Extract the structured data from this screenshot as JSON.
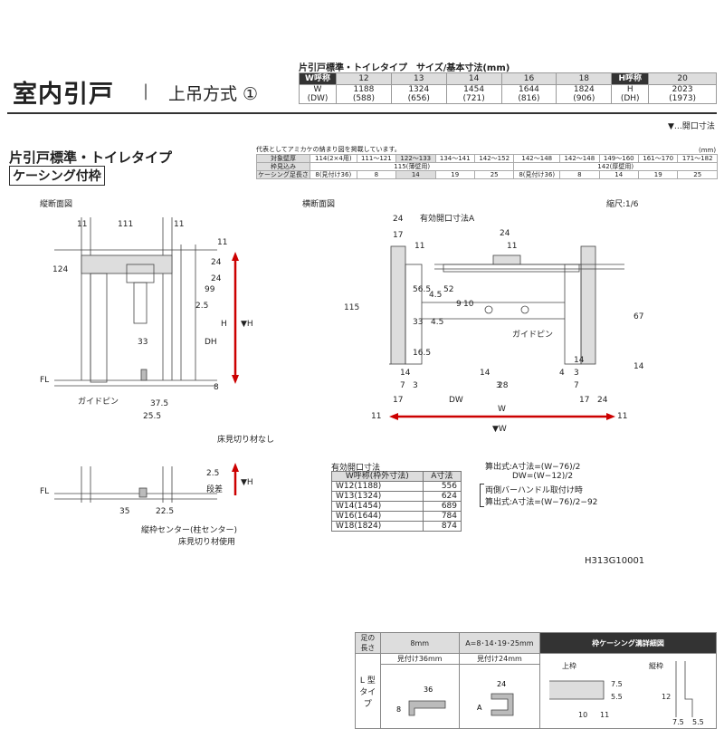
{
  "header": {
    "title": "室内引戸",
    "separator": "|",
    "subtitle": "上吊方式 ①",
    "size_caption": "片引戸標準・トイレタイプ　サイズ/基本寸法(mm)",
    "w_header": "W呼称",
    "w_cols": [
      "12",
      "13",
      "14",
      "16",
      "18"
    ],
    "w_label": "W",
    "dw_label": "(DW)",
    "w_values": [
      "1188",
      "1324",
      "1454",
      "1644",
      "1824"
    ],
    "dw_values": [
      "(588)",
      "(656)",
      "(721)",
      "(816)",
      "(906)"
    ],
    "h_header": "H呼称",
    "h_col": "20",
    "h_label": "H",
    "dh_label": "(DH)",
    "h_value": "2023",
    "dh_value": "(1973)",
    "note": "▼…開口寸法"
  },
  "section": {
    "title": "片引戸標準・トイレタイプ",
    "badge": "ケーシング付枠"
  },
  "spec": {
    "caption": "代表としてアミカケの納まり図を掲載しています。",
    "unit": "(mm)",
    "row1_label": "対象壁厚",
    "row1": [
      "114(2×4用)",
      "111〜121",
      "122〜133",
      "134〜141",
      "142〜152",
      "142〜148",
      "142〜148",
      "149〜160",
      "161〜170",
      "171〜182"
    ],
    "row2_label": "枠見込み",
    "row2_a": "115(薄壁用)",
    "row2_b": "142(厚壁用)",
    "row3_label": "ケーシング足長さ",
    "row3": [
      "8(見付け36)",
      "8",
      "14",
      "19",
      "25",
      "8(見付け36)",
      "8",
      "14",
      "19",
      "25"
    ]
  },
  "vert": {
    "title": "縦断面図",
    "dims": [
      "11",
      "111",
      "11",
      "11",
      "24",
      "124",
      "99",
      "24",
      "2.5",
      "33",
      "H",
      "DH",
      "▼H",
      "8",
      "37.5",
      "25.5",
      "FL"
    ],
    "guide": "ガイドピン",
    "floor_title": "床見切り材なし",
    "floor_dims": [
      "2.5",
      "段差",
      "35",
      "22.5",
      "▼H",
      "FL"
    ],
    "floor_note1": "縦枠センター(柱センター)",
    "floor_note2": "床見切り材使用"
  },
  "horiz": {
    "title": "横断面図",
    "scale": "縮尺:1/6",
    "dims_top": [
      "24",
      "有効開口寸法A",
      "17",
      "24",
      "11",
      "11"
    ],
    "dims_left": [
      "115",
      "56.5",
      "52",
      "4.5",
      "33",
      "4.5",
      "16.5",
      "14",
      "9",
      "10",
      "7",
      "3",
      "3",
      "17",
      "14",
      "28",
      "DW",
      "11"
    ],
    "dims_right": [
      "67",
      "14",
      "3",
      "4",
      "7",
      "17",
      "24",
      "14",
      "11"
    ],
    "guide": "ガイドピン",
    "w_label": "W",
    "w_open": "▼W"
  },
  "opening": {
    "title": "有効開口寸法",
    "col1": "W呼称(枠外寸法)",
    "col2": "A寸法",
    "rows": [
      [
        "W12(1188)",
        "556"
      ],
      [
        "W13(1324)",
        "624"
      ],
      [
        "W14(1454)",
        "689"
      ],
      [
        "W16(1644)",
        "784"
      ],
      [
        "W18(1824)",
        "874"
      ]
    ]
  },
  "formula": {
    "l1": "算出式:A寸法=(W−76)/2",
    "l2": "DW=(W−12)/2",
    "l3": "両側バーハンドル取付け時",
    "l4": "算出式:A寸法=(W−76)/2−92"
  },
  "code": "H313G10001",
  "casing": {
    "h_leg": "足の長さ",
    "h_8": "8mm",
    "h_a": "A=8･14･19･25mm",
    "h_dt": "枠ケーシング溝詳細図",
    "sub_36": "見付け36mm",
    "sub_24": "見付け24mm",
    "type": "L 型\nタイプ",
    "d36": "36",
    "d8": "8",
    "d24": "24",
    "dA": "A",
    "top_lbl": "上枠",
    "side_lbl": "縦枠",
    "d75a": "7.5",
    "d55a": "5.5",
    "d10": "10",
    "d11": "11",
    "d12": "12",
    "d75b": "7.5",
    "d55b": "5.5"
  }
}
